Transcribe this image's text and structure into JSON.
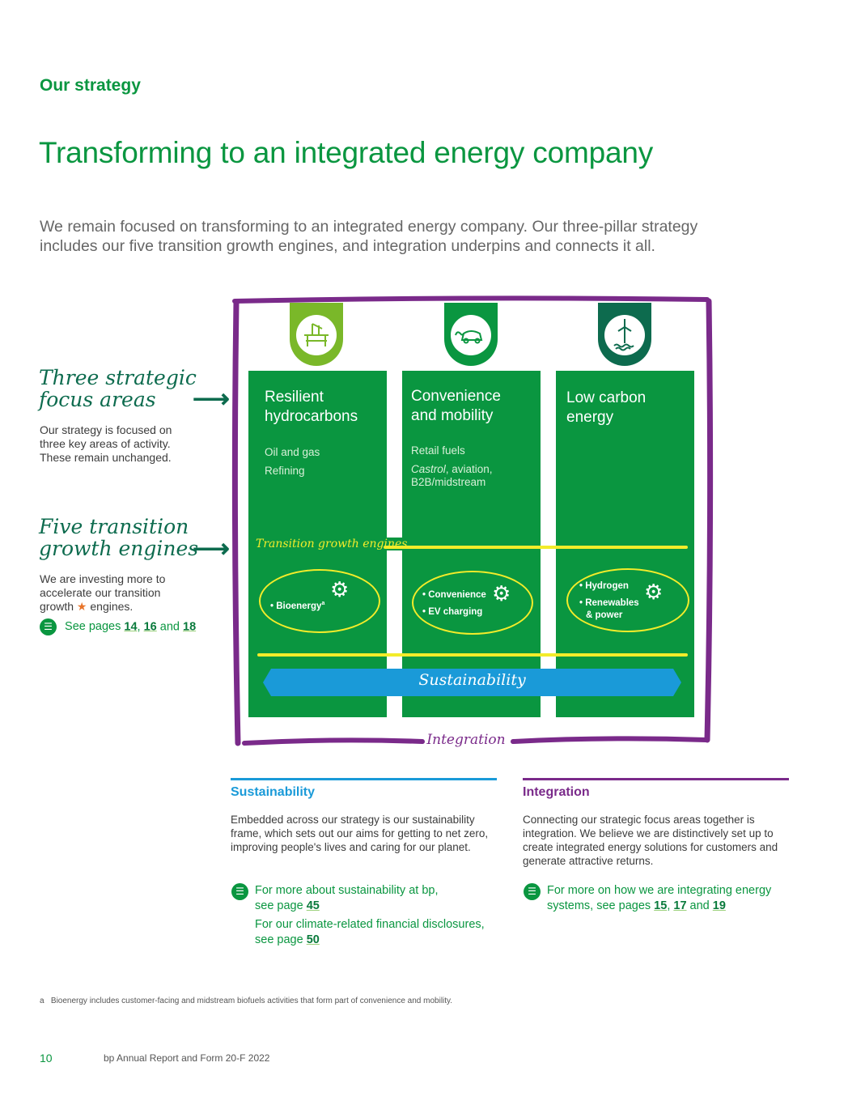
{
  "header": {
    "section_label": "Our strategy",
    "title": "Transforming to an integrated energy company",
    "intro": "We remain focused on transforming to an integrated energy company. Our three-pillar strategy includes our five transition growth engines, and integration underpins and connects it all."
  },
  "sidebar": {
    "focus_heading_line1": "Three strategic",
    "focus_heading_line2": "focus areas",
    "focus_text": "Our strategy is focused on three key areas of activity. These remain unchanged.",
    "engines_heading_line1": "Five transition",
    "engines_heading_line2": "growth engines",
    "engines_text_1": "We are investing more to accelerate our transition growth",
    "engines_star": "★",
    "engines_text_2": " engines.",
    "see_pages_prefix": "See pages ",
    "page_a": "14",
    "sep_1": ", ",
    "page_b": "16",
    "sep_2": " and ",
    "page_c": "18"
  },
  "diagram": {
    "pillars": [
      {
        "title_1": "Resilient",
        "title_2": "hydrocarbons",
        "sub_1": "Oil and gas",
        "sub_2": "Refining",
        "sub_2b": "",
        "icon": "oil-platform-icon",
        "badge_color": "#7ab829"
      },
      {
        "title_1": "Convenience",
        "title_2": "and mobility",
        "sub_1": "Retail fuels",
        "sub_2_italic": "Castrol",
        "sub_2": ", aviation,",
        "sub_2b": "B2B/midstream",
        "icon": "ev-car-icon",
        "badge_color": "#0a9640"
      },
      {
        "title_1": "Low carbon",
        "title_2": "energy",
        "sub_1": "",
        "sub_2": "",
        "sub_2b": "",
        "icon": "wind-turbine-icon",
        "badge_color": "#0d6b4e"
      }
    ],
    "engines_label": "Transition growth engines",
    "engines": [
      {
        "item_1": "• Bioenergy",
        "sup": "a",
        "item_2": ""
      },
      {
        "item_1": "• Convenience",
        "item_2": "• EV charging"
      },
      {
        "item_1": "• Hydrogen",
        "item_2": "• Renewables",
        "item_3": "& power"
      }
    ],
    "sustainability_label": "Sustainability",
    "integration_label": "Integration",
    "colors": {
      "pillar_green": "#0a9640",
      "engine_yellow": "#f3ec2a",
      "sustainability_blue": "#1a9ad8",
      "integration_purple": "#7a2a8a"
    }
  },
  "sustainability": {
    "title": "Sustainability",
    "body": "Embedded across our strategy is our sustainability frame, which sets out our aims for getting to net zero, improving people's lives and caring for our planet.",
    "link1_line1": "For more about sustainability at bp,",
    "link1_prefix": "see page ",
    "link1_page": "45",
    "link2_line1": "For our climate-related financial disclosures,",
    "link2_prefix": "see page ",
    "link2_page": "50"
  },
  "integration": {
    "title": "Integration",
    "body": "Connecting our strategic focus areas together is integration. We believe we are distinctively set up to create integrated energy solutions for customers and generate attractive returns.",
    "link_line1": "For more on how we are integrating energy",
    "link_prefix": "systems, see pages ",
    "page_a": "15",
    "sep_1": ", ",
    "page_b": "17",
    "sep_2": " and ",
    "page_c": "19"
  },
  "footer": {
    "footnote_marker": "a",
    "footnote": "Bioenergy includes customer-facing and midstream biofuels activities that form part of convenience and mobility.",
    "page_number": "10",
    "report_name": "bp Annual Report and Form 20-F 2022"
  }
}
